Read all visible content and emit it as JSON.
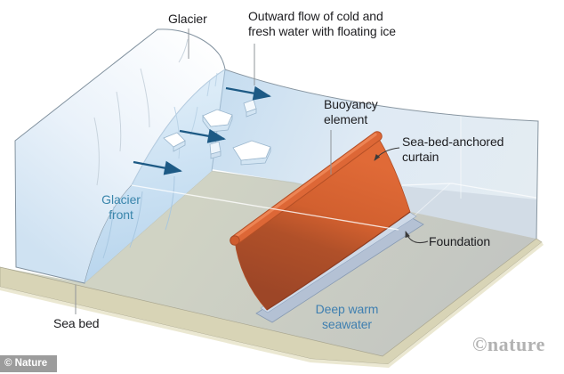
{
  "annotations": {
    "glacier": {
      "text": "Glacier"
    },
    "outward_flow": {
      "text": "Outward flow of cold and\nfresh water with floating ice"
    },
    "buoyancy": {
      "text": "Buoyancy\nelement"
    },
    "anchored_curtain": {
      "text": "Sea-bed-anchored\ncurtain"
    },
    "foundation": {
      "text": "Foundation"
    },
    "glacier_front": {
      "text": "Glacier\nfront",
      "color": "#3a86ac"
    },
    "sea_bed": {
      "text": "Sea bed"
    },
    "deep_warm_seawater": {
      "text": "Deep warm\nseawater",
      "color": "#3f7fb0"
    }
  },
  "watermark": {
    "text": "©nature",
    "color": "#b2b2b2"
  },
  "credit_badge": {
    "text": "© Nature",
    "background": "#9c9c9c",
    "text_color": "#ffffff"
  },
  "colors": {
    "arrow_blue": "#1d5a85",
    "seafloor_gray": "url(#gradFloor)",
    "sea_bed_tan": "#d8d4b6",
    "sea_bed_light": "#ebe8d2",
    "curtain_orange": "#d96232",
    "curtain_deep": "#9d4627",
    "foundation_gray_blue": "#b3c1d6",
    "water_pale_blue": "#dcebf6",
    "glacier_ice_blue": "#cfe2f2",
    "label_teal": "#3a86ac",
    "label_blue": "#3f7fb0",
    "watermark_gray": "#b2b2b2"
  }
}
